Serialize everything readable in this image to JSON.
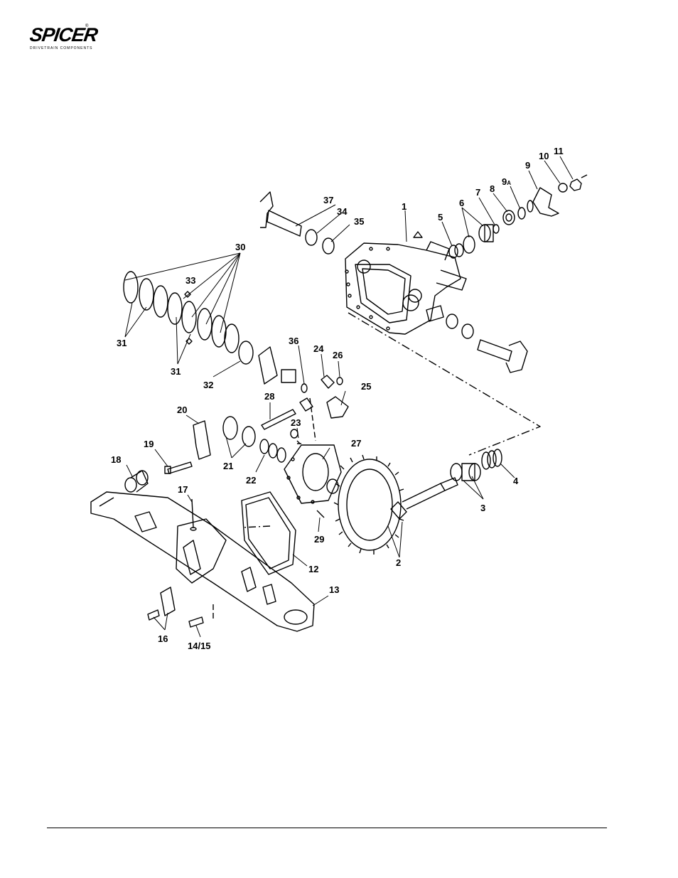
{
  "brand": {
    "name": "SPICER",
    "tagline": "DRIVETRAIN COMPONENTS",
    "registered_mark": "®"
  },
  "callouts": [
    {
      "id": "c1",
      "text": "1"
    },
    {
      "id": "c2",
      "text": "2"
    },
    {
      "id": "c3",
      "text": "3"
    },
    {
      "id": "c4",
      "text": "4"
    },
    {
      "id": "c5",
      "text": "5"
    },
    {
      "id": "c6",
      "text": "6"
    },
    {
      "id": "c7",
      "text": "7"
    },
    {
      "id": "c8",
      "text": "8"
    },
    {
      "id": "c9a",
      "text": "9",
      "suffix": "A"
    },
    {
      "id": "c9",
      "text": "9"
    },
    {
      "id": "c10",
      "text": "10"
    },
    {
      "id": "c11",
      "text": "11"
    },
    {
      "id": "c12",
      "text": "12"
    },
    {
      "id": "c13",
      "text": "13"
    },
    {
      "id": "c1415",
      "text": "14/15"
    },
    {
      "id": "c16",
      "text": "16"
    },
    {
      "id": "c17",
      "text": "17"
    },
    {
      "id": "c18",
      "text": "18"
    },
    {
      "id": "c19",
      "text": "19"
    },
    {
      "id": "c20",
      "text": "20"
    },
    {
      "id": "c21",
      "text": "21"
    },
    {
      "id": "c22",
      "text": "22"
    },
    {
      "id": "c23",
      "text": "23"
    },
    {
      "id": "c24",
      "text": "24"
    },
    {
      "id": "c25",
      "text": "25"
    },
    {
      "id": "c26",
      "text": "26"
    },
    {
      "id": "c27",
      "text": "27"
    },
    {
      "id": "c28",
      "text": "28"
    },
    {
      "id": "c29",
      "text": "29"
    },
    {
      "id": "c30",
      "text": "30"
    },
    {
      "id": "c31a",
      "text": "31"
    },
    {
      "id": "c31b",
      "text": "31"
    },
    {
      "id": "c32",
      "text": "32"
    },
    {
      "id": "c33",
      "text": "33"
    },
    {
      "id": "c34",
      "text": "34"
    },
    {
      "id": "c35",
      "text": "35"
    },
    {
      "id": "c36",
      "text": "36"
    },
    {
      "id": "c37",
      "text": "37"
    }
  ]
}
